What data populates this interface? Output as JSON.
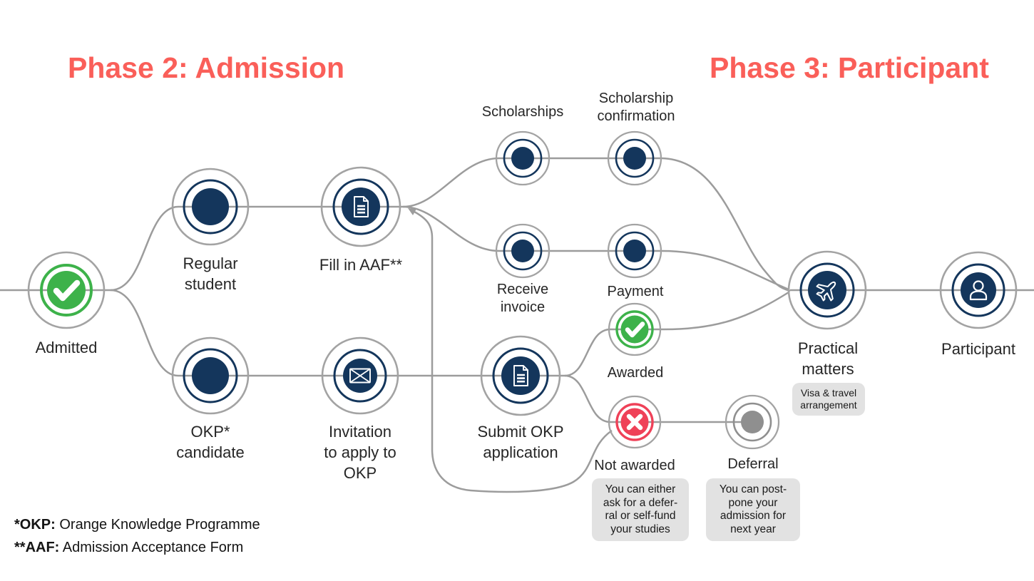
{
  "titles": {
    "phase2": "Phase 2: Admission",
    "phase3": "Phase 3: Participant"
  },
  "nodes": {
    "admitted": {
      "label": "Admitted",
      "icon": "check-circle-icon"
    },
    "regular_student": {
      "label": "Regular\nstudent",
      "icon": "dot-icon"
    },
    "fill_in_aaf": {
      "label": "Fill in AAF**",
      "icon": "document-icon"
    },
    "scholarships": {
      "label": "Scholarships",
      "icon": "dot-icon"
    },
    "scholarship_confirmation": {
      "label": "Scholarship\nconfirmation",
      "icon": "dot-icon"
    },
    "receive_invoice": {
      "label": "Receive\ninvoice",
      "icon": "dot-icon"
    },
    "payment": {
      "label": "Payment",
      "icon": "dot-icon"
    },
    "okp_candidate": {
      "label": "OKP*\ncandidate",
      "icon": "dot-icon"
    },
    "invitation": {
      "label": "Invitation\nto apply to\nOKP",
      "icon": "envelope-icon"
    },
    "submit_okp": {
      "label": "Submit OKP\napplication",
      "icon": "document-icon"
    },
    "awarded": {
      "label": "Awarded",
      "icon": "check-circle-icon"
    },
    "not_awarded": {
      "label": "Not awarded",
      "icon": "x-circle-icon"
    },
    "deferral": {
      "label": "Deferral",
      "icon": "dot-icon"
    },
    "practical_matters": {
      "label": "Practical\nmatters",
      "icon": "plane-icon"
    },
    "participant": {
      "label": "Participant",
      "icon": "person-icon"
    }
  },
  "notes": {
    "visa": "Visa & travel\narrangement",
    "not_awarded": "You can either\nask for a defer-\nral or self-fund\nyour studies",
    "deferral": "You can post-\npone your\nadmission for\nnext year"
  },
  "footnotes": [
    {
      "term": "*OKP:",
      "definition": " Orange Knowledge Programme"
    },
    {
      "term": "**AAF:",
      "definition": " Admission Acceptance Form"
    }
  ],
  "colors": {
    "title_accent": "#fa5f59",
    "navy": "#14365c",
    "green": "#3db24a",
    "red_pink": "#ef4158",
    "line_gray": "#9c9c9c",
    "circle_gray": "#a3a3a3",
    "deferral_gray": "#8f8f8f",
    "note_bg": "#e2e2e2"
  }
}
